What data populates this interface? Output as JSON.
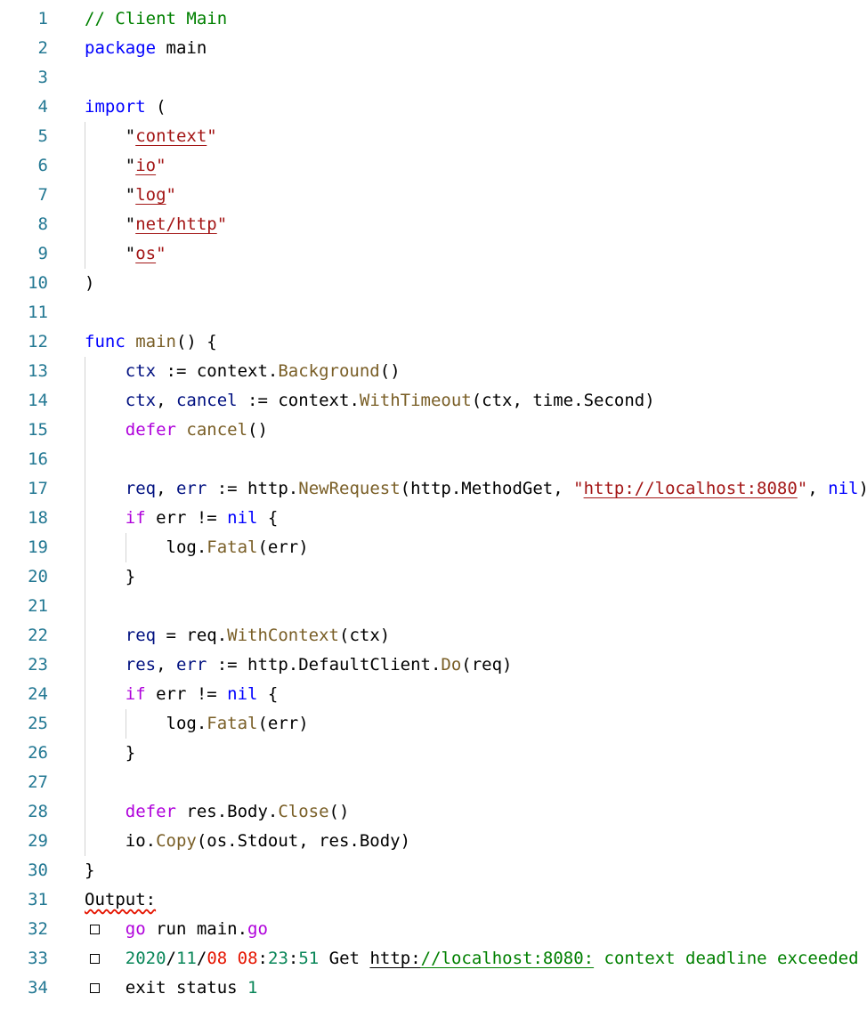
{
  "colors": {
    "keyword": "#0000ff",
    "comment": "#008000",
    "string": "#a31515",
    "function": "#795e26",
    "variable": "#001080",
    "control": "#af00db",
    "number": "#098658",
    "line_number": "#237893"
  },
  "lines": [
    [
      [
        "// Client Main",
        "cm"
      ]
    ],
    [
      [
        "package",
        "kw"
      ],
      [
        " main",
        ""
      ]
    ],
    [],
    [
      [
        "import",
        "kw"
      ],
      [
        " (",
        ""
      ]
    ],
    [
      [
        "    ",
        "g"
      ],
      [
        "\"",
        ""
      ],
      [
        "context",
        "strund"
      ],
      [
        "\"",
        "str"
      ]
    ],
    [
      [
        "    ",
        "g"
      ],
      [
        "\"",
        ""
      ],
      [
        "io",
        "strund"
      ],
      [
        "\"",
        "str"
      ]
    ],
    [
      [
        "    ",
        "g"
      ],
      [
        "\"",
        ""
      ],
      [
        "log",
        "strund"
      ],
      [
        "\"",
        "str"
      ]
    ],
    [
      [
        "    ",
        "g"
      ],
      [
        "\"",
        ""
      ],
      [
        "net/http",
        "strund"
      ],
      [
        "\"",
        "str"
      ]
    ],
    [
      [
        "    ",
        "g"
      ],
      [
        "\"",
        ""
      ],
      [
        "os",
        "strund"
      ],
      [
        "\"",
        "str"
      ]
    ],
    [
      [
        ")",
        ""
      ]
    ],
    [],
    [
      [
        "func",
        "kw"
      ],
      [
        " ",
        ""
      ],
      [
        "main",
        "fn"
      ],
      [
        "() {",
        ""
      ]
    ],
    [
      [
        "    ",
        "g"
      ],
      [
        "ctx",
        "var"
      ],
      [
        " := context.",
        ""
      ],
      [
        "Background",
        "fn"
      ],
      [
        "()",
        ""
      ]
    ],
    [
      [
        "    ",
        "g"
      ],
      [
        "ctx",
        "var"
      ],
      [
        ", ",
        ""
      ],
      [
        "cancel",
        "var"
      ],
      [
        " := context.",
        ""
      ],
      [
        "WithTimeout",
        "fn"
      ],
      [
        "(ctx, time.Second)",
        ""
      ]
    ],
    [
      [
        "    ",
        "g"
      ],
      [
        "defer",
        "ctl"
      ],
      [
        " ",
        ""
      ],
      [
        "cancel",
        "fn"
      ],
      [
        "()",
        ""
      ]
    ],
    [
      [
        "    ",
        "g"
      ]
    ],
    [
      [
        "    ",
        "g"
      ],
      [
        "req",
        "var"
      ],
      [
        ", ",
        ""
      ],
      [
        "err",
        "var"
      ],
      [
        " := http.",
        ""
      ],
      [
        "NewRequest",
        "fn"
      ],
      [
        "(http.MethodGet, ",
        ""
      ],
      [
        "\"",
        "str"
      ],
      [
        "http://localhost:8080",
        "strund"
      ],
      [
        "\"",
        "str"
      ],
      [
        ", ",
        ""
      ],
      [
        "nil",
        "kw"
      ],
      [
        ")",
        ""
      ]
    ],
    [
      [
        "    ",
        "g"
      ],
      [
        "if",
        "ctl"
      ],
      [
        " err != ",
        ""
      ],
      [
        "nil",
        "kw"
      ],
      [
        " {",
        ""
      ]
    ],
    [
      [
        "    ",
        "g"
      ],
      [
        "    ",
        "g"
      ],
      [
        "log.",
        ""
      ],
      [
        "Fatal",
        "fn"
      ],
      [
        "(err)",
        ""
      ]
    ],
    [
      [
        "    ",
        "g"
      ],
      [
        "}",
        ""
      ]
    ],
    [
      [
        "    ",
        "g"
      ]
    ],
    [
      [
        "    ",
        "g"
      ],
      [
        "req",
        "var"
      ],
      [
        " = req.",
        ""
      ],
      [
        "WithContext",
        "fn"
      ],
      [
        "(ctx)",
        ""
      ]
    ],
    [
      [
        "    ",
        "g"
      ],
      [
        "res",
        "var"
      ],
      [
        ", ",
        ""
      ],
      [
        "err",
        "var"
      ],
      [
        " := http.DefaultClient.",
        ""
      ],
      [
        "Do",
        "fn"
      ],
      [
        "(req)",
        ""
      ]
    ],
    [
      [
        "    ",
        "g"
      ],
      [
        "if",
        "ctl"
      ],
      [
        " err != ",
        ""
      ],
      [
        "nil",
        "kw"
      ],
      [
        " {",
        ""
      ]
    ],
    [
      [
        "    ",
        "g"
      ],
      [
        "    ",
        "g"
      ],
      [
        "log.",
        ""
      ],
      [
        "Fatal",
        "fn"
      ],
      [
        "(err)",
        ""
      ]
    ],
    [
      [
        "    ",
        "g"
      ],
      [
        "}",
        ""
      ]
    ],
    [
      [
        "    ",
        "g"
      ]
    ],
    [
      [
        "    ",
        "g"
      ],
      [
        "defer",
        "ctl"
      ],
      [
        " res.Body.",
        ""
      ],
      [
        "Close",
        "fn"
      ],
      [
        "()",
        ""
      ]
    ],
    [
      [
        "    ",
        "g"
      ],
      [
        "io.",
        ""
      ],
      [
        "Copy",
        "fn"
      ],
      [
        "(os.Stdout, res.Body)",
        ""
      ]
    ],
    [
      [
        "}",
        ""
      ]
    ],
    [
      [
        "Output:",
        "squig"
      ]
    ],
    [
      [
        "",
        "box"
      ],
      [
        "go",
        "ctl"
      ],
      [
        " run main.",
        ""
      ],
      [
        "go",
        "ctl"
      ]
    ],
    [
      [
        "",
        "box"
      ],
      [
        "2020",
        "num"
      ],
      [
        "/",
        ""
      ],
      [
        "11",
        "num"
      ],
      [
        "/",
        ""
      ],
      [
        "08",
        "red"
      ],
      [
        " ",
        ""
      ],
      [
        "08",
        "red"
      ],
      [
        ":",
        ""
      ],
      [
        "23",
        "num"
      ],
      [
        ":",
        ""
      ],
      [
        "51",
        "num"
      ],
      [
        " Get ",
        ""
      ],
      [
        "http:",
        "und"
      ],
      [
        "//localhost:8080:",
        "grnund"
      ],
      [
        " context deadline exceeded",
        "grn"
      ]
    ],
    [
      [
        "",
        "box"
      ],
      [
        "exit status ",
        ""
      ],
      [
        "1",
        "num"
      ]
    ]
  ]
}
